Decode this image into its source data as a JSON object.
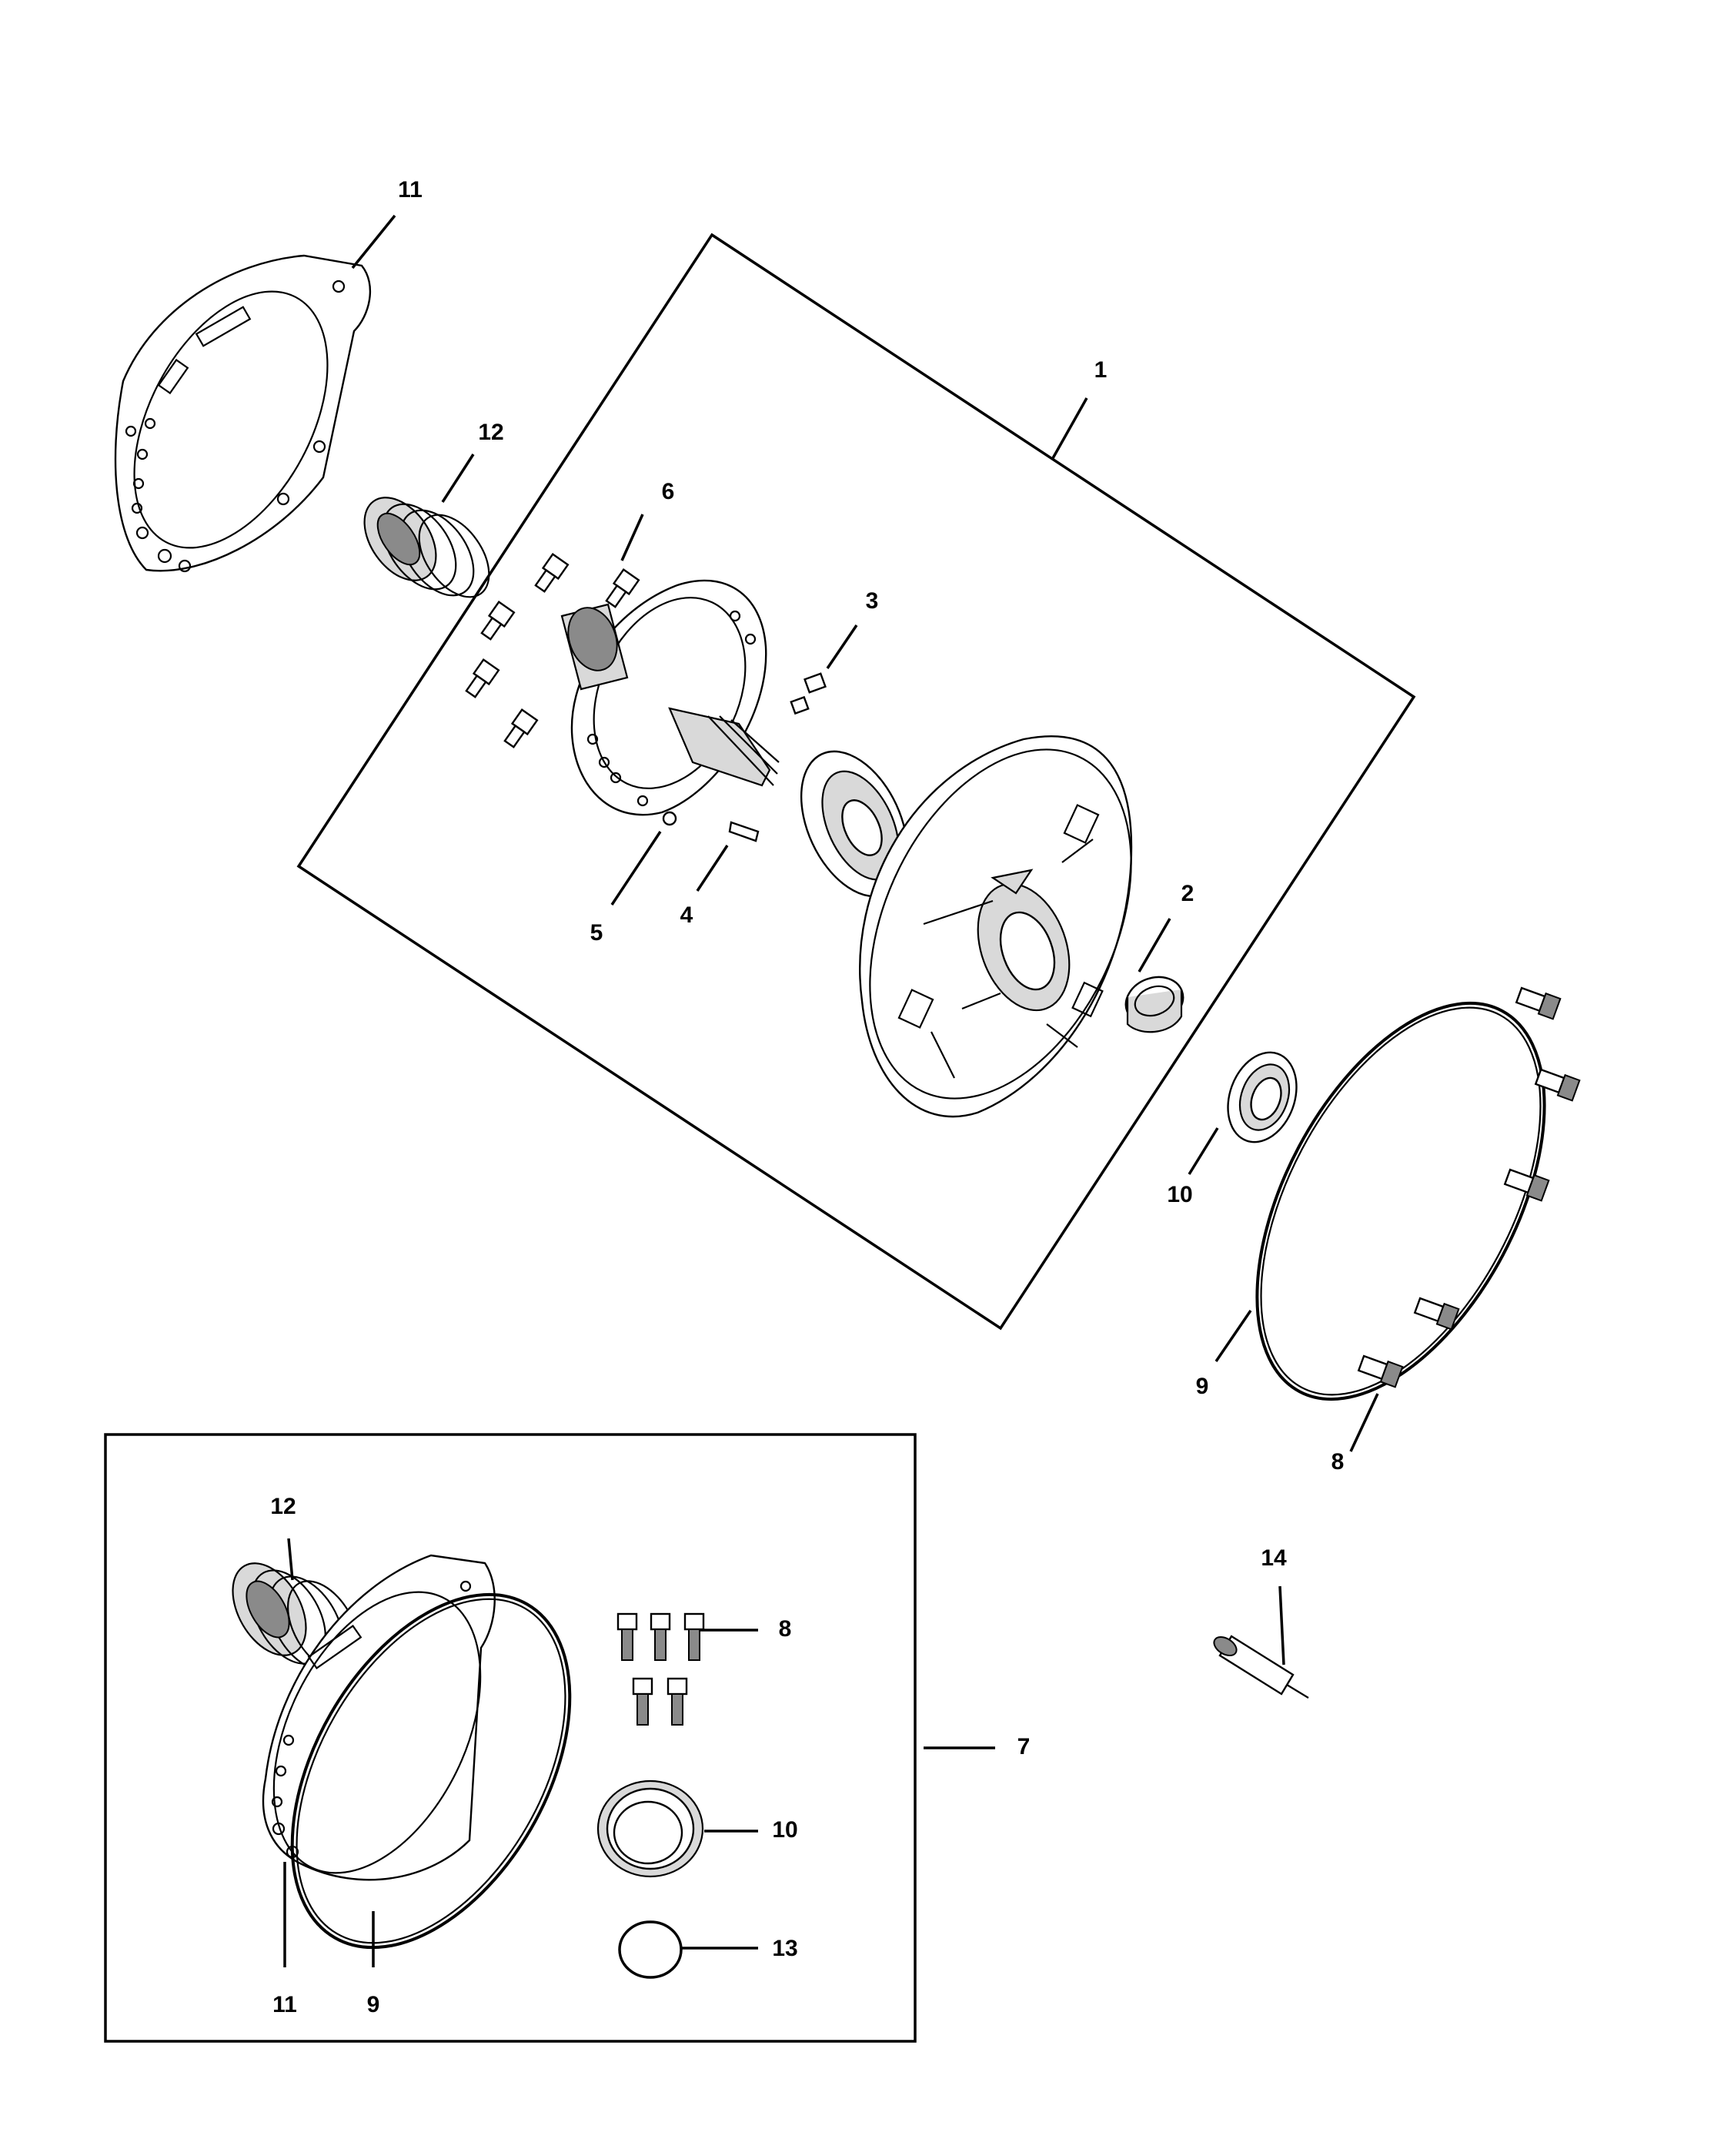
{
  "callouts": {
    "c1": "1",
    "c2": "2",
    "c3": "3",
    "c4": "4",
    "c5": "5",
    "c6": "6",
    "c7": "7",
    "c8_main": "8",
    "c8_kit": "8",
    "c9_main": "9",
    "c9_kit": "9",
    "c10_main": "10",
    "c10_kit": "10",
    "c11_main": "11",
    "c11_kit": "11",
    "c12_main": "12",
    "c12_kit": "12",
    "c13": "13",
    "c14": "14"
  }
}
